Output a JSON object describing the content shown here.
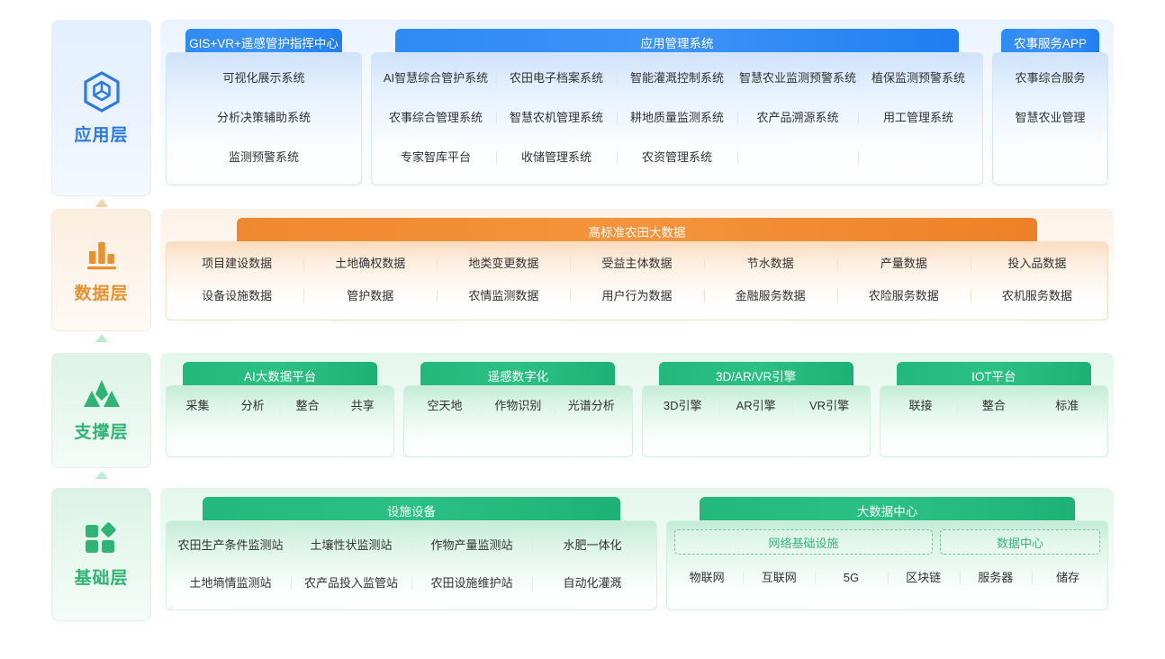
{
  "layers": [
    {
      "id": "application",
      "label": "应用层",
      "icon": "cube-hexagon-icon",
      "accent": "#2b7ae8",
      "groups": [
        {
          "title": "GIS+VR+遥感管护指挥中心",
          "rows": [
            [
              "可视化展示系统"
            ],
            [
              "分析决策辅助系统"
            ],
            [
              "监测预警系统"
            ]
          ]
        },
        {
          "title": "应用管理系统",
          "rows": [
            [
              "AI智慧综合管护系统",
              "农田电子档案系统",
              "智能灌溉控制系统",
              "智慧农业监测预警系统",
              "植保监测预警系统"
            ],
            [
              "农事综合管理系统",
              "智慧农机管理系统",
              "耕地质量监测系统",
              "农产品溯源系统",
              "用工管理系统"
            ],
            [
              "专家智库平台",
              "收储管理系统",
              "农资管理系统",
              "",
              ""
            ]
          ]
        },
        {
          "title": "农事服务APP",
          "rows": [
            [
              "农事综合服务"
            ],
            [
              "智慧农业管理"
            ],
            [
              ""
            ]
          ]
        }
      ]
    },
    {
      "id": "data",
      "label": "数据层",
      "icon": "bar-chart-icon",
      "accent": "#e8912e",
      "groups": [
        {
          "title": "高标准农田大数据",
          "rows": [
            [
              "项目建设数据",
              "土地确权数据",
              "地类变更数据",
              "受益主体数据",
              "节水数据",
              "产量数据",
              "投入品数据"
            ],
            [
              "设备设施数据",
              "管护数据",
              "农情监测数据",
              "用户行为数据",
              "金融服务数据",
              "农险服务数据",
              "农机服务数据"
            ]
          ]
        }
      ]
    },
    {
      "id": "support",
      "label": "支撑层",
      "icon": "mountain-triangles-icon",
      "accent": "#2fb573",
      "groups": [
        {
          "title": "AI大数据平台",
          "rows": [
            [
              "采集",
              "分析",
              "整合",
              "共享"
            ]
          ]
        },
        {
          "title": "遥感数字化",
          "rows": [
            [
              "空天地",
              "作物识别",
              "光谱分析"
            ]
          ]
        },
        {
          "title": "3D/AR/VR引擎",
          "rows": [
            [
              "3D引擎",
              "AR引擎",
              "VR引擎"
            ]
          ]
        },
        {
          "title": "IOT平台",
          "rows": [
            [
              "联接",
              "整合",
              "标准"
            ]
          ]
        }
      ]
    },
    {
      "id": "foundation",
      "label": "基础层",
      "icon": "squares-diamond-icon",
      "accent": "#2fb573",
      "groups": [
        {
          "title": "设施设备",
          "rows": [
            [
              "农田生产条件监测站",
              "土壤性状监测站",
              "作物产量监测站",
              "水肥一体化"
            ],
            [
              "土地墒情监测站",
              "农产品投入监管站",
              "农田设施维护站",
              "自动化灌溉"
            ]
          ]
        },
        {
          "title": "大数据中心",
          "subgroups": [
            "网络基础设施",
            "数据中心"
          ],
          "rows": [
            [
              "物联网",
              "互联网",
              "5G",
              "区块链",
              "服务器",
              "储存"
            ]
          ]
        }
      ]
    }
  ]
}
